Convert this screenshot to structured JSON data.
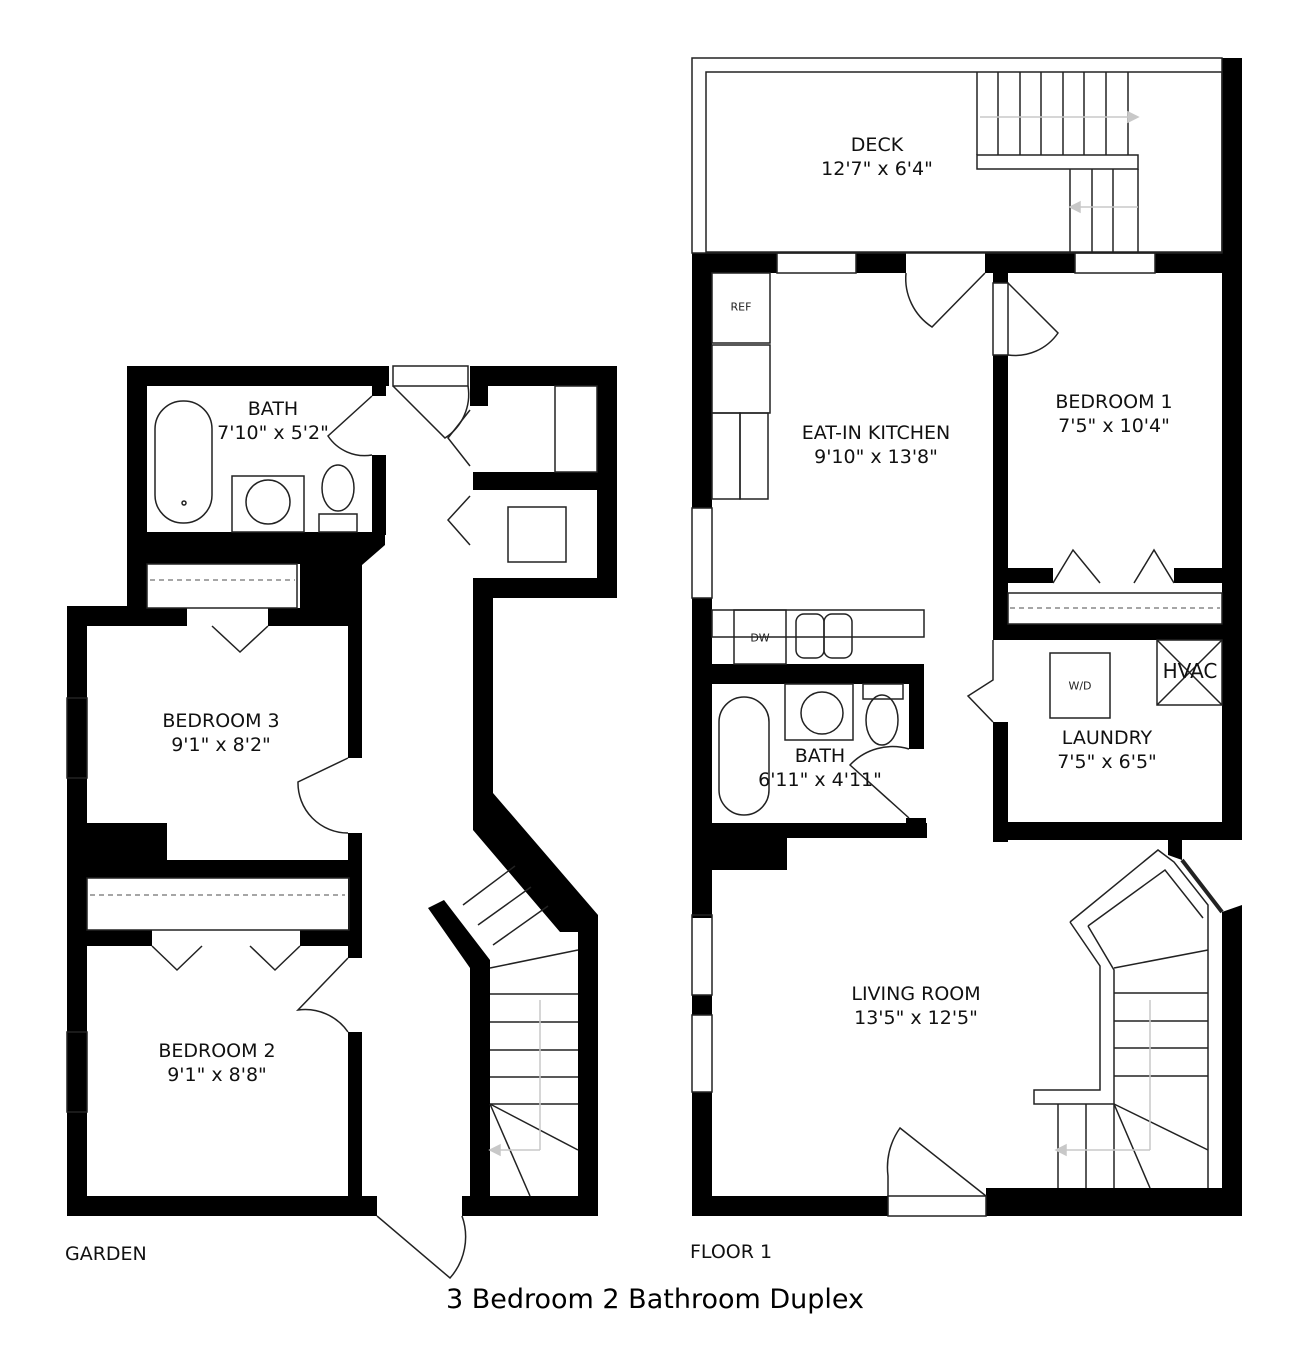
{
  "title": "3 Bedroom 2 Bathroom Duplex",
  "floors": [
    {
      "label": "GARDEN",
      "rooms": [
        {
          "name": "BATH",
          "dims": "7'10\" x 5'2\""
        },
        {
          "name": "BEDROOM 3",
          "dims": "9'1\" x 8'2\""
        },
        {
          "name": "BEDROOM 2",
          "dims": "9'1\" x 8'8\""
        }
      ]
    },
    {
      "label": "FLOOR 1",
      "rooms": [
        {
          "name": "DECK",
          "dims": "12'7\" x 6'4\""
        },
        {
          "name": "EAT-IN KITCHEN",
          "dims": "9'10\" x 13'8\""
        },
        {
          "name": "BEDROOM 1",
          "dims": "7'5\" x 10'4\""
        },
        {
          "name": "BATH",
          "dims": "6'11\" x 4'11\""
        },
        {
          "name": "LAUNDRY",
          "dims": "7'5\" x 6'5\""
        },
        {
          "name": "LIVING ROOM",
          "dims": "13'5\" x 12'5\""
        }
      ],
      "fixtures": {
        "refrigerator": "REF",
        "dishwasher": "DW",
        "washer_dryer": "W/D",
        "hvac": "HVAC"
      }
    }
  ],
  "colors": {
    "wall": "#000000",
    "background": "#ffffff",
    "stair_arrow": "#c8c8c8"
  }
}
